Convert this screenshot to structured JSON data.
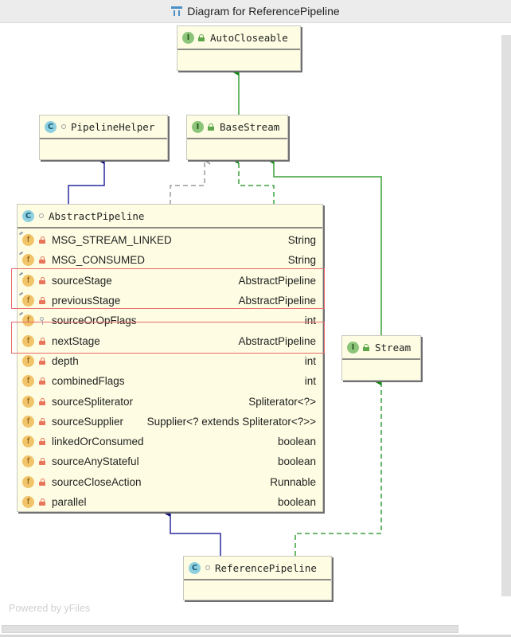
{
  "window": {
    "title": "Diagram for ReferencePipeline",
    "title_icon": "diagram-icon"
  },
  "nodes": {
    "autocloseable": {
      "kind": "interface",
      "badge": "I",
      "visibility": "public",
      "name": "AutoCloseable"
    },
    "pipelinehelper": {
      "kind": "class",
      "badge": "C",
      "visibility": "package-private",
      "name": "PipelineHelper"
    },
    "basestream": {
      "kind": "interface",
      "badge": "I",
      "visibility": "public",
      "name": "BaseStream"
    },
    "stream": {
      "kind": "interface",
      "badge": "I",
      "visibility": "public",
      "name": "Stream"
    },
    "referencepipeline": {
      "kind": "class",
      "badge": "C",
      "visibility": "package-private",
      "name": "ReferencePipeline"
    },
    "abstractpipeline": {
      "kind": "class",
      "badge": "C",
      "visibility": "package-private",
      "name": "AbstractPipeline",
      "fields": [
        {
          "name": "MSG_STREAM_LINKED",
          "type": "String",
          "access": "private",
          "static": true,
          "highlighted": false
        },
        {
          "name": "MSG_CONSUMED",
          "type": "String",
          "access": "private",
          "static": true,
          "highlighted": false
        },
        {
          "name": "sourceStage",
          "type": "AbstractPipeline",
          "access": "private",
          "static": true,
          "highlighted": true
        },
        {
          "name": "previousStage",
          "type": "AbstractPipeline",
          "access": "private",
          "static": true,
          "highlighted": true
        },
        {
          "name": "sourceOrOpFlags",
          "type": "int",
          "access": "package-private",
          "static": true,
          "highlighted": false
        },
        {
          "name": "nextStage",
          "type": "AbstractPipeline",
          "access": "private",
          "static": false,
          "highlighted": true
        },
        {
          "name": "depth",
          "type": "int",
          "access": "private",
          "static": false,
          "highlighted": false
        },
        {
          "name": "combinedFlags",
          "type": "int",
          "access": "private",
          "static": false,
          "highlighted": false
        },
        {
          "name": "sourceSpliterator",
          "type": "Spliterator<?>",
          "access": "private",
          "static": false,
          "highlighted": false
        },
        {
          "name": "sourceSupplier",
          "type": "Supplier<? extends Spliterator<?>>",
          "access": "private",
          "static": false,
          "highlighted": false
        },
        {
          "name": "linkedOrConsumed",
          "type": "boolean",
          "access": "private",
          "static": false,
          "highlighted": false
        },
        {
          "name": "sourceAnyStateful",
          "type": "boolean",
          "access": "private",
          "static": false,
          "highlighted": false
        },
        {
          "name": "sourceCloseAction",
          "type": "Runnable",
          "access": "private",
          "static": false,
          "highlighted": false
        },
        {
          "name": "parallel",
          "type": "boolean",
          "access": "private",
          "static": false,
          "highlighted": false
        }
      ]
    }
  },
  "edges": [
    {
      "from": "BaseStream",
      "to": "AutoCloseable",
      "relation": "extends",
      "color": "#1e8a1e",
      "style": "solid"
    },
    {
      "from": "AbstractPipeline",
      "to": "PipelineHelper",
      "relation": "extends",
      "color": "#1a1a8c",
      "style": "solid"
    },
    {
      "from": "AbstractPipeline",
      "to": "BaseStream",
      "relation": "implements",
      "color": "#9a9a9a",
      "style": "dashed"
    },
    {
      "from": "AbstractPipeline",
      "to": "BaseStream",
      "relation": "implements",
      "color": "#3aa03a",
      "style": "dashed"
    },
    {
      "from": "Stream",
      "to": "BaseStream",
      "relation": "extends",
      "color": "#1e8a1e",
      "style": "solid"
    },
    {
      "from": "ReferencePipeline",
      "to": "AbstractPipeline",
      "relation": "extends",
      "color": "#1a1a8c",
      "style": "solid"
    },
    {
      "from": "ReferencePipeline",
      "to": "Stream",
      "relation": "implements",
      "color": "#3aa03a",
      "style": "dashed"
    }
  ],
  "colors": {
    "node_fill": "#fefde3",
    "highlight_border": "#e86a6a",
    "extends_class": "#1a1a8c",
    "extends_interface": "#1e8a1e"
  },
  "footer": {
    "watermark": "Powered by yFiles"
  }
}
